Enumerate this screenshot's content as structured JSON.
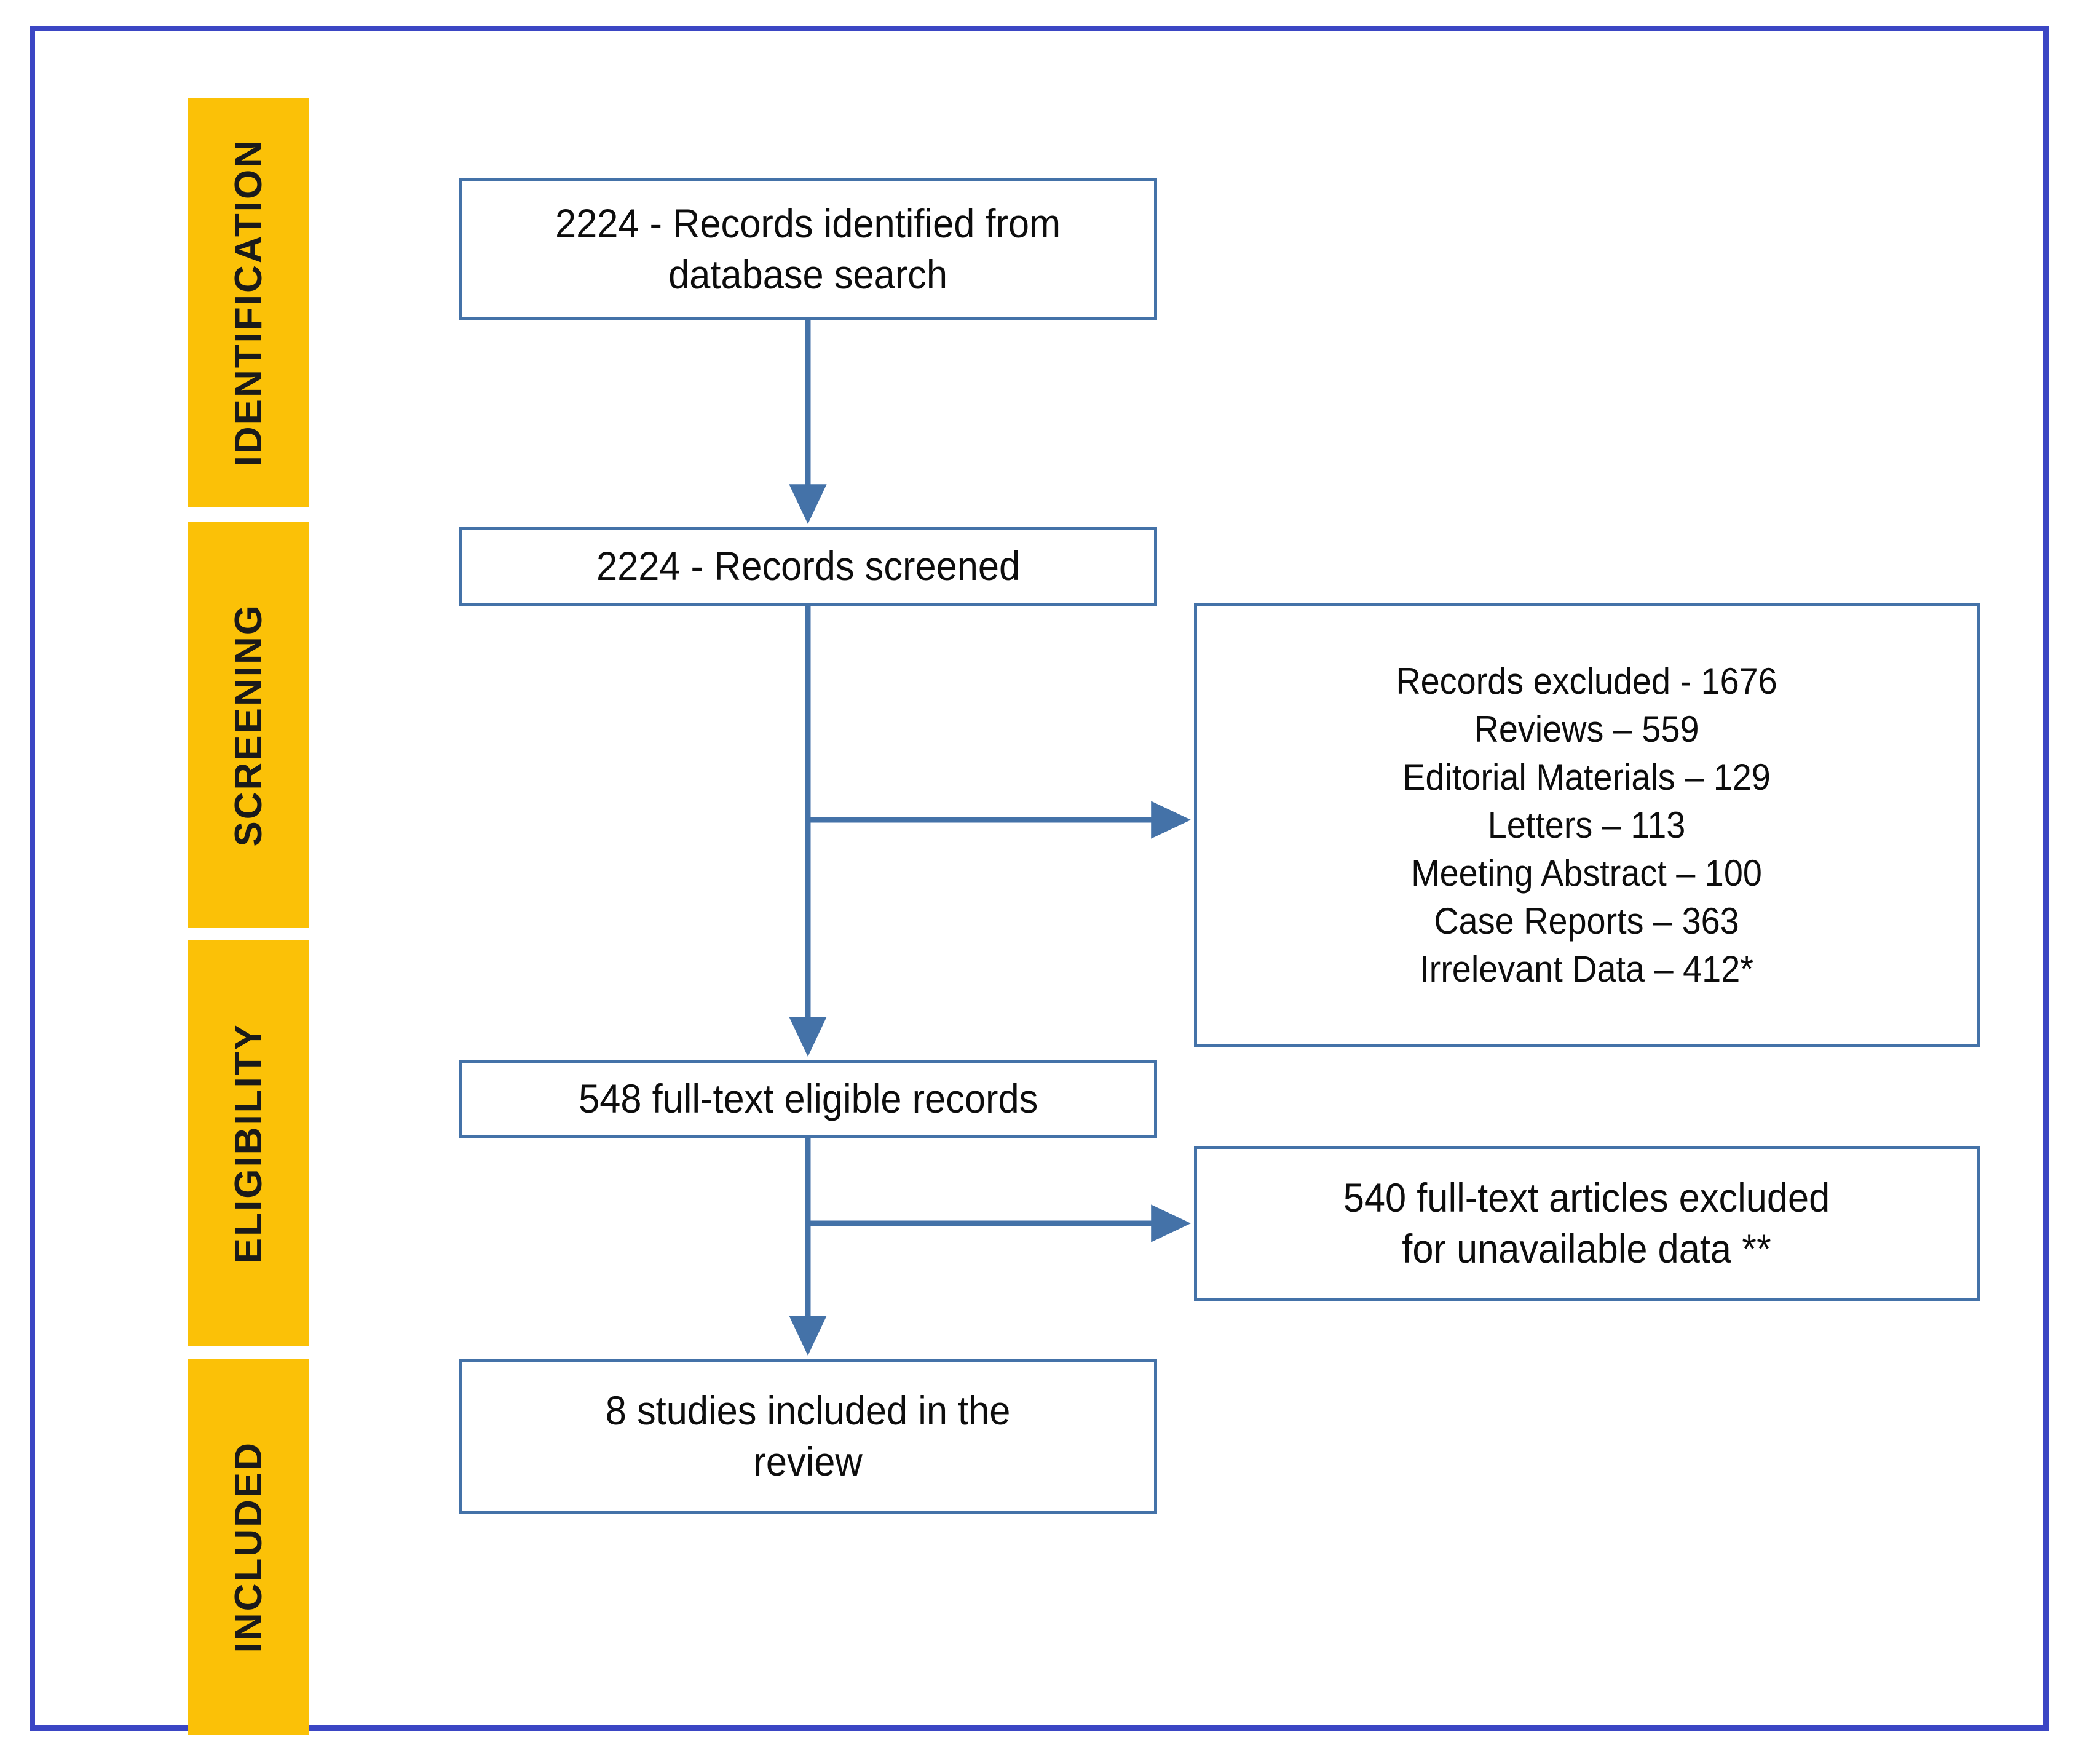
{
  "diagram": {
    "title": "PRISMA flow diagram",
    "colors": {
      "frame_border": "#3B46C4",
      "stage_bar": "#FBC107",
      "box_border": "#4472A8",
      "arrow": "#4472A8",
      "text": "#0d0d0d",
      "background": "#ffffff"
    },
    "stages": [
      {
        "id": "identification",
        "label": "IDENTIFICATION"
      },
      {
        "id": "screening",
        "label": "SCREENING"
      },
      {
        "id": "eligibility",
        "label": "ELIGIBILITY"
      },
      {
        "id": "included",
        "label": "INCLUDED"
      }
    ],
    "boxes": [
      {
        "id": "records-identified",
        "stage": "identification",
        "text": "2224 - Records identified from\ndatabase search",
        "count": 2224
      },
      {
        "id": "records-screened",
        "stage": "screening",
        "text": "2224 - Records screened",
        "count": 2224
      },
      {
        "id": "records-excluded",
        "stage": "screening",
        "text": "Records excluded - 1676\nReviews – 559\nEditorial Materials – 129\nLetters – 113\nMeeting Abstract – 100\nCase Reports – 363\nIrrelevant Data – 412*",
        "count": 1676,
        "breakdown": [
          {
            "reason": "Reviews",
            "n": 559
          },
          {
            "reason": "Editorial Materials",
            "n": 129
          },
          {
            "reason": "Letters",
            "n": 113
          },
          {
            "reason": "Meeting Abstract",
            "n": 100
          },
          {
            "reason": "Case Reports",
            "n": 363
          },
          {
            "reason": "Irrelevant Data",
            "n": 412,
            "note": "*"
          }
        ]
      },
      {
        "id": "fulltext-eligible",
        "stage": "eligibility",
        "text": "548 full-text eligible records",
        "count": 548
      },
      {
        "id": "fulltext-excluded",
        "stage": "eligibility",
        "text": "540 full-text articles excluded\nfor unavailable data **",
        "count": 540,
        "note": "**"
      },
      {
        "id": "studies-included",
        "stage": "included",
        "text": "8 studies included in the\nreview",
        "count": 8
      }
    ],
    "arrows": [
      {
        "id": "identified-to-screened",
        "from": "records-identified",
        "to": "records-screened",
        "direction": "down"
      },
      {
        "id": "screened-to-excluded",
        "from": "records-screened",
        "to": "records-excluded",
        "direction": "right"
      },
      {
        "id": "screened-to-eligible",
        "from": "records-screened",
        "to": "fulltext-eligible",
        "direction": "down"
      },
      {
        "id": "eligible-to-excluded",
        "from": "fulltext-eligible",
        "to": "fulltext-excluded",
        "direction": "right"
      },
      {
        "id": "eligible-to-included",
        "from": "fulltext-eligible",
        "to": "studies-included",
        "direction": "down"
      }
    ]
  }
}
